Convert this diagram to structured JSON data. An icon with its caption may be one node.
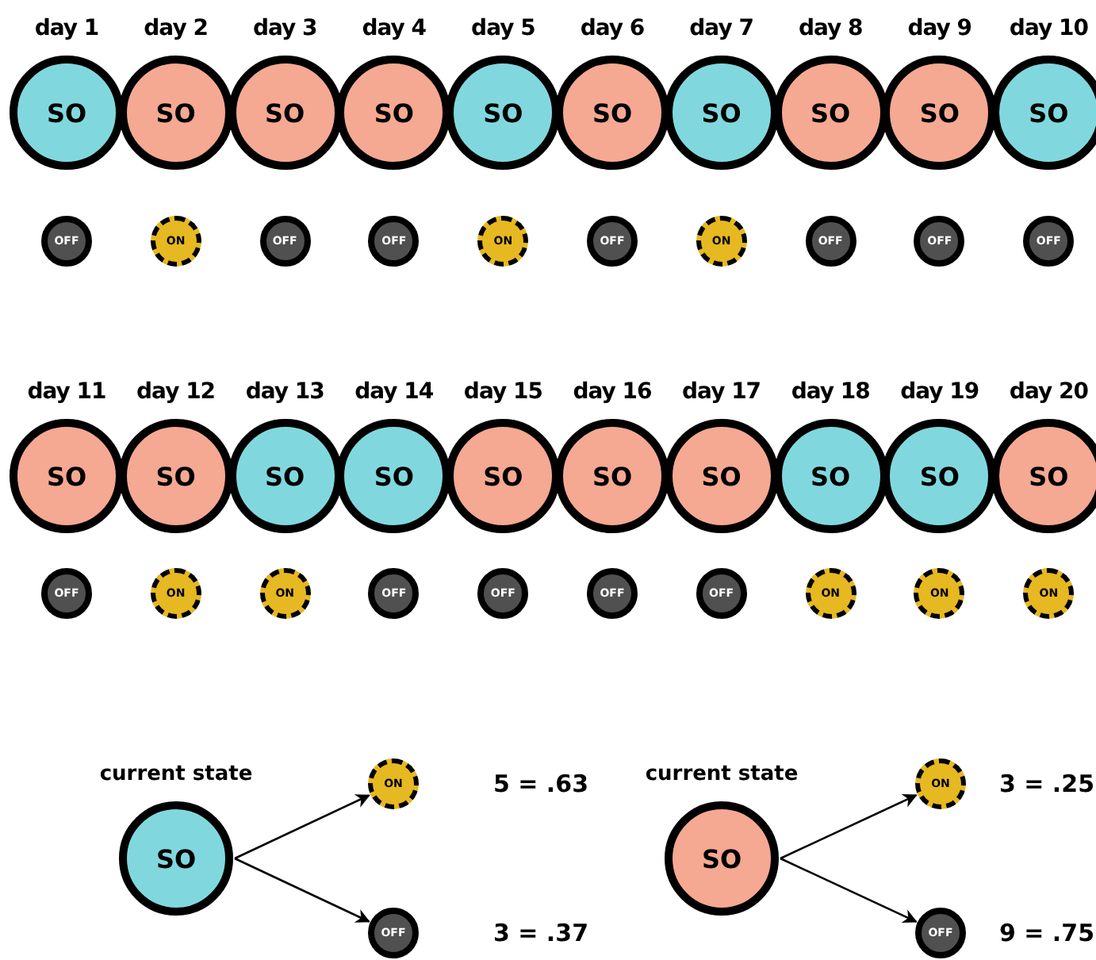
{
  "diagram": {
    "nodes": [
      {
        "text": [
          "SO"
        ],
        "beside": [
          "day 1"
        ]
      },
      {
        "text": [
          "SO"
        ],
        "beside": [
          "day 2"
        ]
      },
      {
        "text": [
          "SO"
        ],
        "beside": [
          "day 3"
        ]
      },
      {
        "text": [
          "SO"
        ],
        "beside": [
          "day 4"
        ]
      },
      {
        "text": [
          "SO"
        ],
        "beside": [
          "day 5"
        ]
      },
      {
        "text": [
          "SO"
        ],
        "beside": [
          "day 6"
        ]
      },
      {
        "text": [
          "SO"
        ],
        "beside": [
          "day 7"
        ]
      },
      {
        "text": [
          "SO"
        ],
        "beside": [
          "day 8"
        ]
      },
      {
        "text": [
          "SO"
        ],
        "beside": [
          "day 9"
        ]
      },
      {
        "text": [
          "SO"
        ],
        "beside": [
          "day 10"
        ]
      },
      {
        "text": [
          "OFF"
        ]
      },
      {
        "text": [
          "ON"
        ]
      },
      {
        "text": [
          "OFF"
        ]
      },
      {
        "text": [
          "OFF"
        ]
      },
      {
        "text": [
          "ON"
        ]
      },
      {
        "text": [
          "OFF"
        ]
      },
      {
        "text": [
          "ON"
        ]
      },
      {
        "text": [
          "OFF"
        ]
      },
      {
        "text": [
          "OFF"
        ]
      },
      {
        "text": [
          "OFF"
        ]
      },
      {
        "text": [
          "SO"
        ],
        "beside": [
          "day 11"
        ]
      },
      {
        "text": [
          "SO"
        ],
        "beside": [
          "day 12"
        ]
      },
      {
        "text": [
          "SO"
        ],
        "beside": [
          "day 13"
        ]
      },
      {
        "text": [
          "SO"
        ],
        "beside": [
          "day 14"
        ]
      },
      {
        "text": [
          "SO"
        ],
        "beside": [
          "day 15"
        ]
      },
      {
        "text": [
          "SO"
        ],
        "beside": [
          "day 16"
        ]
      },
      {
        "text": [
          "SO"
        ],
        "beside": [
          "day 17"
        ]
      },
      {
        "text": [
          "SO"
        ],
        "beside": [
          "day 18"
        ]
      },
      {
        "text": [
          "SO"
        ],
        "beside": [
          "day 19"
        ]
      },
      {
        "text": [
          "SO"
        ],
        "beside": [
          "day 20"
        ]
      },
      {
        "text": [
          "OFF"
        ]
      },
      {
        "text": [
          "ON"
        ]
      },
      {
        "text": [
          "ON"
        ]
      },
      {
        "text": [
          "OFF"
        ]
      },
      {
        "text": [
          "OFF"
        ]
      },
      {
        "text": [
          "OFF"
        ]
      },
      {
        "text": [
          "OFF"
        ]
      },
      {
        "text": [
          "ON"
        ]
      },
      {
        "text": [
          "ON"
        ]
      },
      {
        "text": [
          "ON"
        ]
      },
      {
        "text": [
          "SO"
        ],
        "beside": [
          "current state"
        ]
      },
      {
        "text": [
          "ON"
        ],
        "beside": [
          "5 = .63"
        ]
      },
      {
        "text": [
          "OFF"
        ],
        "beside": [
          "3 = .37"
        ]
      },
      {
        "text": [
          "SO"
        ],
        "beside": [
          "current state"
        ]
      },
      {
        "text": [
          "ON"
        ],
        "beside": [
          "3 = .25"
        ]
      },
      {
        "text": [
          "OFF"
        ],
        "beside": [
          "9 = .75"
        ]
      }
    ],
    "edges": [
      {
        "from": 40,
        "to": 41,
        "arrow": "to"
      },
      {
        "from": 40,
        "to": 42,
        "arrow": "to"
      },
      {
        "from": 43,
        "to": 44,
        "arrow": "to"
      },
      {
        "from": 43,
        "to": 45,
        "arrow": "to"
      }
    ]
  }
}
